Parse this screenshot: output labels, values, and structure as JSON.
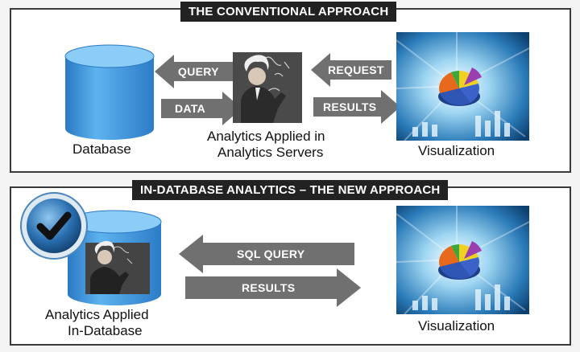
{
  "conventional": {
    "title": "THE CONVENTIONAL APPROACH",
    "database_label": "Database",
    "analytics_label_line1": "Analytics Applied in",
    "analytics_label_line2": "Analytics Servers",
    "visualization_label": "Visualization",
    "arrows": {
      "query": "QUERY",
      "data": "DATA",
      "request": "REQUEST",
      "results": "RESULTS"
    }
  },
  "in_database": {
    "title": "IN-DATABASE ANALYTICS – THE NEW APPROACH",
    "analytics_label_line1": "Analytics Applied",
    "analytics_label_line2": "In-Database",
    "visualization_label": "Visualization",
    "arrows": {
      "sql_query": "SQL QUERY",
      "results": "RESULTS"
    }
  },
  "colors": {
    "arrow_gray": "#707070",
    "cylinder_blue": "#3b95d8",
    "title_bar": "#222222",
    "check_badge": "#2a6fb0"
  },
  "icons": [
    "database-cylinder",
    "chalkboard-photo",
    "visualization-chart",
    "checkmark-badge"
  ]
}
